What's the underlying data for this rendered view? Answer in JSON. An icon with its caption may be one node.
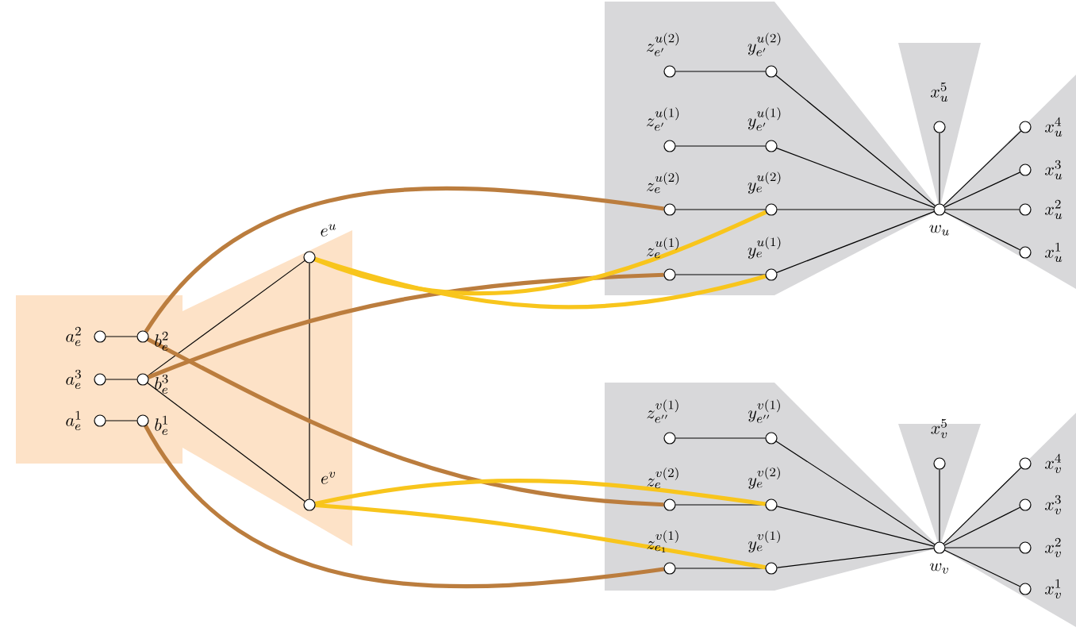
{
  "diagram": {
    "nodes": [
      {
        "text": [
          "a_e^2"
        ]
      },
      {
        "text": [
          "a_e^3"
        ]
      },
      {
        "text": [
          "a_e^1"
        ]
      },
      {
        "text": [
          "b_e^2"
        ]
      },
      {
        "text": [
          "b_e^3"
        ]
      },
      {
        "text": [
          "b_e^1"
        ]
      },
      {
        "text": [
          "e^u"
        ]
      },
      {
        "text": [
          "e^v"
        ]
      },
      {
        "text": [
          "z_{e'}^{u(2)}"
        ]
      },
      {
        "text": [
          "y_{e'}^{u(2)}"
        ]
      },
      {
        "text": [
          "z_{e'}^{u(1)}"
        ]
      },
      {
        "text": [
          "y_{e'}^{u(1)}"
        ]
      },
      {
        "text": [
          "z_{e}^{u(2)}"
        ]
      },
      {
        "text": [
          "y_{e}^{u(2)}"
        ]
      },
      {
        "text": [
          "z_{e}^{u(1)}"
        ]
      },
      {
        "text": [
          "y_{e}^{u(1)}"
        ]
      },
      {
        "text": [
          "x_u^5"
        ]
      },
      {
        "text": [
          "x_u^4"
        ]
      },
      {
        "text": [
          "x_u^3"
        ]
      },
      {
        "text": [
          "x_u^2"
        ]
      },
      {
        "text": [
          "x_u^1"
        ]
      },
      {
        "text": [
          "w_u"
        ]
      },
      {
        "text": [
          "z_{e''}^{v(1)}"
        ]
      },
      {
        "text": [
          "y_{e''}^{v(1)}"
        ]
      },
      {
        "text": [
          "z_{e}^{v(2)}"
        ]
      },
      {
        "text": [
          "y_{e}^{v(2)}"
        ]
      },
      {
        "text": [
          "z_{e_1}^{v(1)}"
        ]
      },
      {
        "text": [
          "y_{e}^{v(1)}"
        ]
      },
      {
        "text": [
          "x_v^5"
        ]
      },
      {
        "text": [
          "x_v^4"
        ]
      },
      {
        "text": [
          "x_v^3"
        ]
      },
      {
        "text": [
          "x_v^2"
        ]
      },
      {
        "text": [
          "x_v^1"
        ]
      },
      {
        "text": [
          "w_v"
        ]
      }
    ],
    "edges": [
      {
        "from": 0,
        "to": 3,
        "arrow": "none"
      },
      {
        "from": 1,
        "to": 4,
        "arrow": "none"
      },
      {
        "from": 2,
        "to": 5,
        "arrow": "none"
      },
      {
        "from": 4,
        "to": 6,
        "arrow": "none"
      },
      {
        "from": 4,
        "to": 7,
        "arrow": "none"
      },
      {
        "from": 6,
        "to": 7,
        "arrow": "none"
      },
      {
        "from": 8,
        "to": 9,
        "arrow": "none"
      },
      {
        "from": 10,
        "to": 11,
        "arrow": "none"
      },
      {
        "from": 12,
        "to": 13,
        "arrow": "none"
      },
      {
        "from": 14,
        "to": 15,
        "arrow": "none"
      },
      {
        "from": 9,
        "to": 21,
        "arrow": "none"
      },
      {
        "from": 11,
        "to": 21,
        "arrow": "none"
      },
      {
        "from": 13,
        "to": 21,
        "arrow": "none"
      },
      {
        "from": 15,
        "to": 21,
        "arrow": "none"
      },
      {
        "from": 21,
        "to": 16,
        "arrow": "none"
      },
      {
        "from": 21,
        "to": 17,
        "arrow": "none"
      },
      {
        "from": 21,
        "to": 18,
        "arrow": "none"
      },
      {
        "from": 21,
        "to": 19,
        "arrow": "none"
      },
      {
        "from": 21,
        "to": 20,
        "arrow": "none"
      },
      {
        "from": 22,
        "to": 23,
        "arrow": "none"
      },
      {
        "from": 24,
        "to": 25,
        "arrow": "none"
      },
      {
        "from": 26,
        "to": 27,
        "arrow": "none"
      },
      {
        "from": 23,
        "to": 33,
        "arrow": "none"
      },
      {
        "from": 25,
        "to": 33,
        "arrow": "none"
      },
      {
        "from": 27,
        "to": 33,
        "arrow": "none"
      },
      {
        "from": 33,
        "to": 28,
        "arrow": "none"
      },
      {
        "from": 33,
        "to": 29,
        "arrow": "none"
      },
      {
        "from": 33,
        "to": 30,
        "arrow": "none"
      },
      {
        "from": 33,
        "to": 31,
        "arrow": "none"
      },
      {
        "from": 33,
        "to": 32,
        "arrow": "none"
      },
      {
        "from": 3,
        "to": 12,
        "arrow": "none",
        "style": "thick",
        "color": "#bb7d3e"
      },
      {
        "from": 3,
        "to": 24,
        "arrow": "none",
        "style": "thick",
        "color": "#bb7d3e"
      },
      {
        "from": 4,
        "to": 14,
        "arrow": "none",
        "style": "thick",
        "color": "#bb7d3e"
      },
      {
        "from": 5,
        "to": 26,
        "arrow": "none",
        "style": "thick",
        "color": "#bb7d3e"
      },
      {
        "from": 6,
        "to": 13,
        "arrow": "none",
        "style": "thick",
        "color": "#f8c51c"
      },
      {
        "from": 6,
        "to": 15,
        "arrow": "none",
        "style": "thick",
        "color": "#f8c51c"
      },
      {
        "from": 7,
        "to": 25,
        "arrow": "none",
        "style": "thick",
        "color": "#f8c51c"
      },
      {
        "from": 7,
        "to": 27,
        "arrow": "none",
        "style": "thick",
        "color": "#f8c51c"
      }
    ]
  }
}
